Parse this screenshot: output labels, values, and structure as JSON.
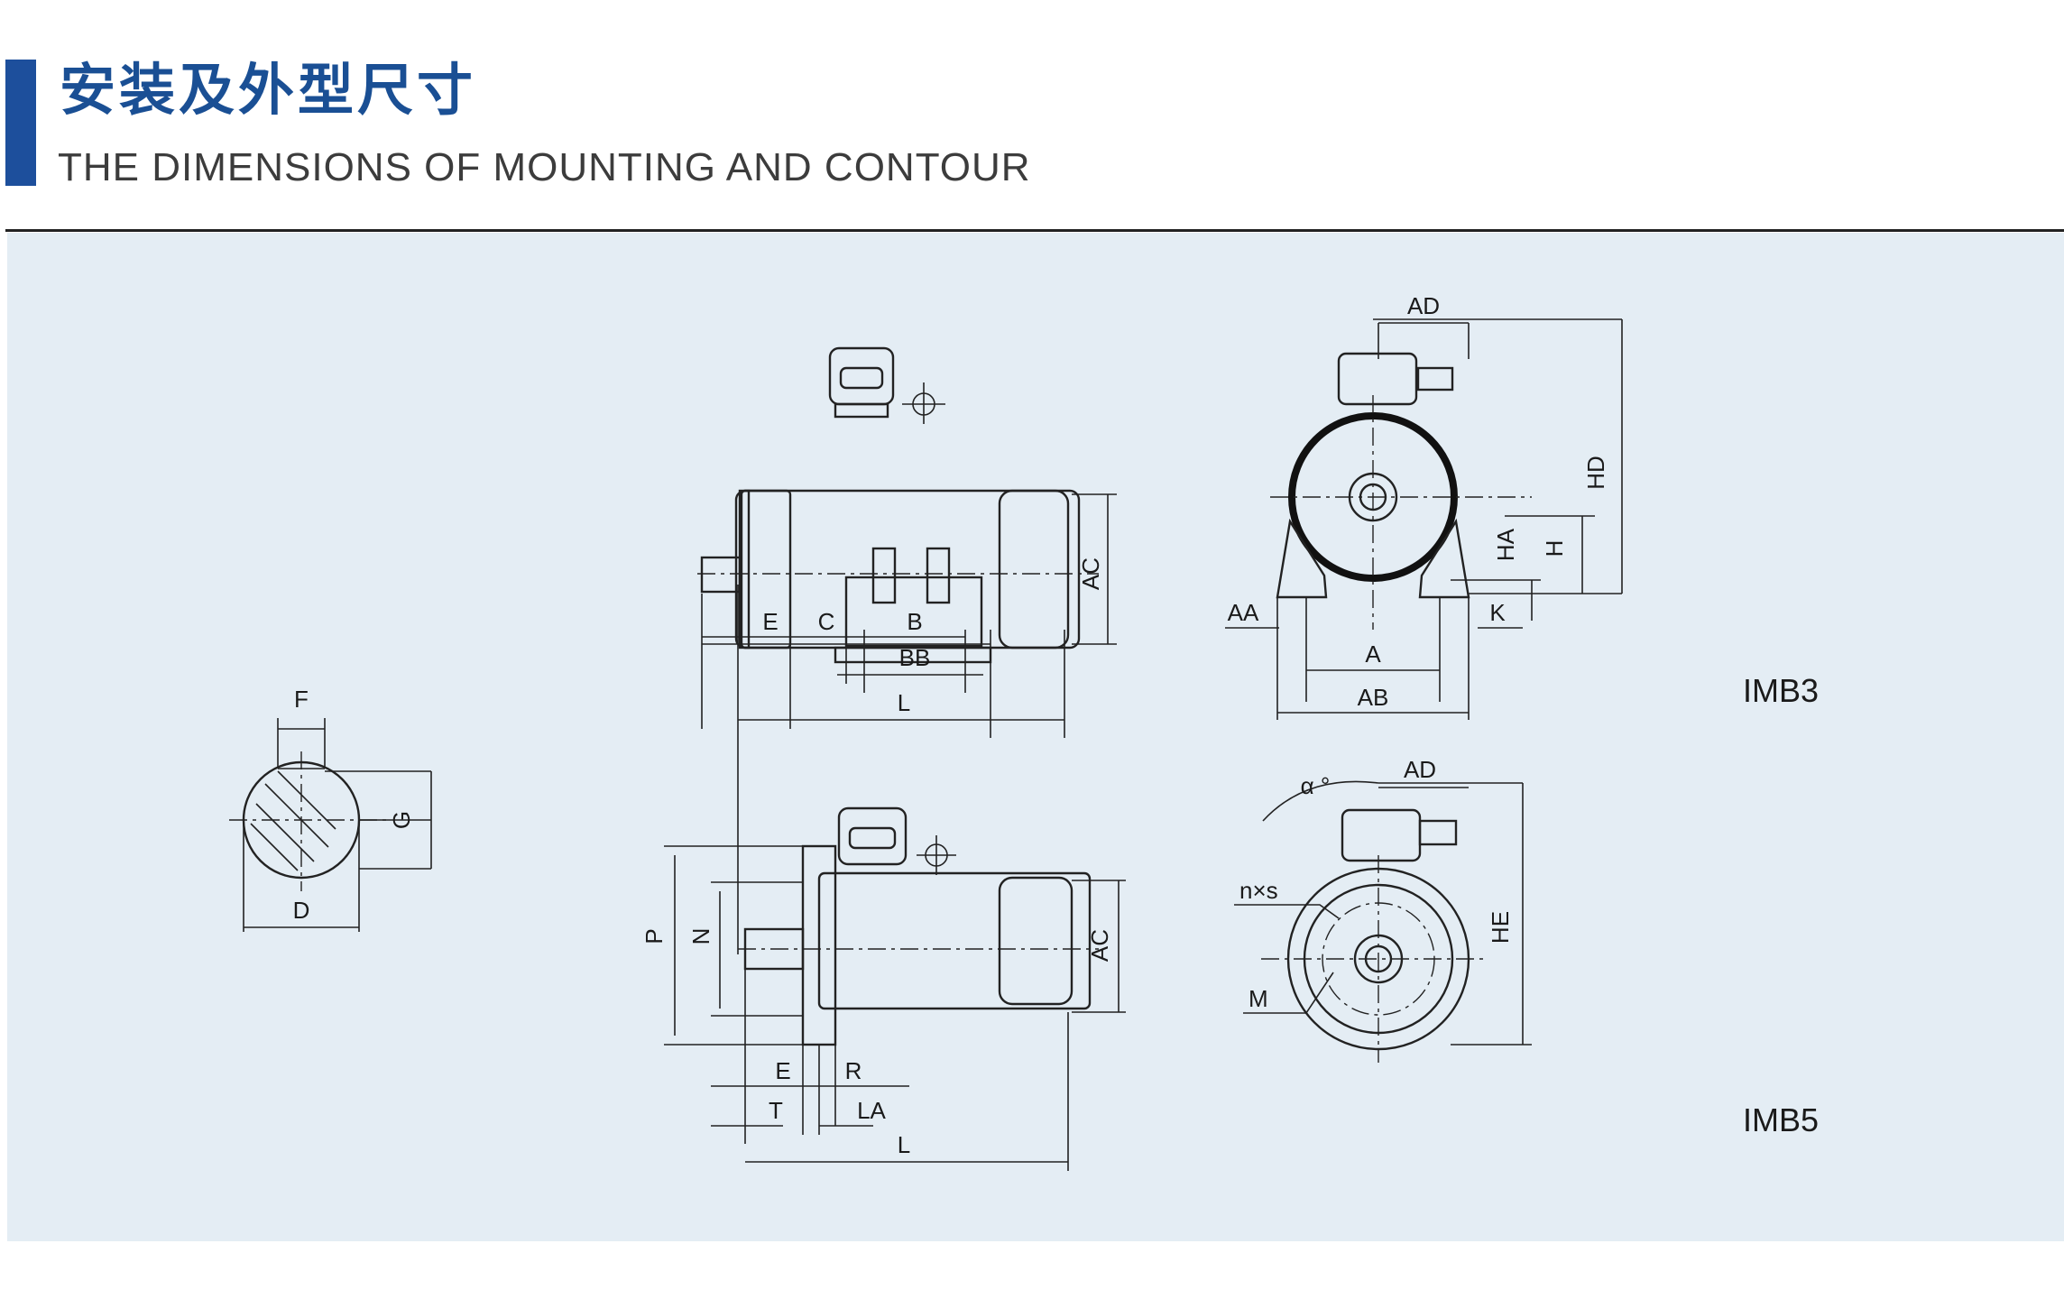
{
  "header": {
    "title_cn": "安装及外型尺寸",
    "title_en": "THE DIMENSIONS OF MOUNTING AND CONTOUR"
  },
  "colors": {
    "accent": "#1d4f9c",
    "panel_bg": "#e4edf4",
    "title": "#1a4f94"
  },
  "diagrams": {
    "shaft": {
      "labels": {
        "f": "F",
        "g": "G",
        "d": "D"
      }
    },
    "imb3_side": {
      "labels": {
        "ac": "AC",
        "e": "E",
        "c": "C",
        "b": "B",
        "bb": "BB",
        "l": "L"
      }
    },
    "imb3_front": {
      "labels": {
        "ad": "AD",
        "hd": "HD",
        "ha": "HA",
        "h": "H",
        "aa": "AA",
        "k": "K",
        "a": "A",
        "ab": "AB"
      }
    },
    "imb5_side": {
      "labels": {
        "p": "P",
        "n": "N",
        "ac": "AC",
        "e": "E",
        "r": "R",
        "t": "T",
        "la": "LA",
        "l": "L"
      }
    },
    "imb5_front": {
      "labels": {
        "alpha": "α °",
        "ad": "AD",
        "nxs": "n×s",
        "he": "HE",
        "m": "M"
      }
    }
  },
  "mount_types": {
    "imb3": "IMB3",
    "imb5": "IMB5"
  }
}
